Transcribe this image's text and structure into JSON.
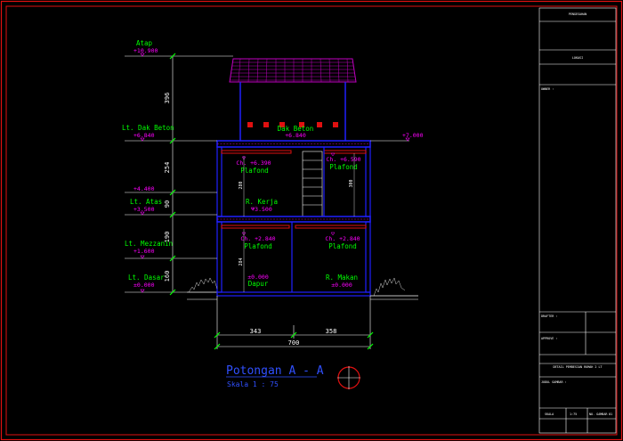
{
  "colors": {
    "frame": "#e01010",
    "line": "#ffffff",
    "label": "#00ff00",
    "level": "#ff00ff",
    "dim": "#ffffff",
    "structure": "#2020ff",
    "roof": "#c000c0",
    "beam": "#e01010",
    "title": "#3050ff"
  },
  "levels": {
    "atap": {
      "name": "Atap",
      "value": "+10.900"
    },
    "dak": {
      "name": "Lt. Dak Beton",
      "value": "+6.840"
    },
    "ext_right": {
      "value": "+7.000"
    },
    "a4400": {
      "value": "+4.400"
    },
    "atas": {
      "name": "Lt. Atas",
      "value": "+3.500"
    },
    "mezzanin": {
      "name": "Lt. Mezzanin",
      "value": "+1.600"
    },
    "dasar": {
      "name": "Lt. Dasar",
      "value": "±0.000"
    }
  },
  "vertical_dims": [
    "396",
    "254",
    "90",
    "190",
    "160"
  ],
  "rooms": {
    "dak_beton": {
      "name": "Dak Beton",
      "value": "+6.840"
    },
    "plafond_ul": {
      "code": "Ch. +6.390",
      "name": "Plafond"
    },
    "plafond_ur": {
      "code": "Ch. +6.590",
      "name": "Plafond"
    },
    "kerja": {
      "name": "R. Kerja",
      "value": "+3.500"
    },
    "plafond_ll": {
      "code": "Ch. +2.840",
      "name": "Plafond"
    },
    "plafond_lr": {
      "code": "Ch. +2.840",
      "name": "Plafond"
    },
    "dapur": {
      "value": "±0.000",
      "name": "Dapur"
    },
    "makan": {
      "name": "R. Makan",
      "value": "±0.000"
    }
  },
  "inner_dims": {
    "upper_left": "280",
    "upper_right": "300",
    "lower_left": "284"
  },
  "horizontal_dims": {
    "left": "343",
    "right": "358",
    "total": "700"
  },
  "title": {
    "main": "Potongan A - A",
    "scale": "Skala   1 : 75"
  },
  "titleblock": {
    "header": "PENGESAHAN",
    "lokasi": "LOKASI",
    "owner": "OWNER :",
    "drafter": "DRAFTER :",
    "approved": "APPROVE :",
    "drawing_title": "DETAIL PEMBESIAN RUMAH 2 LT",
    "job": "JUDUL GAMBAR :",
    "skala": "SKALA",
    "no": "NO. GAMBAR",
    "skala_val": "1:75",
    "no_val": "01"
  }
}
